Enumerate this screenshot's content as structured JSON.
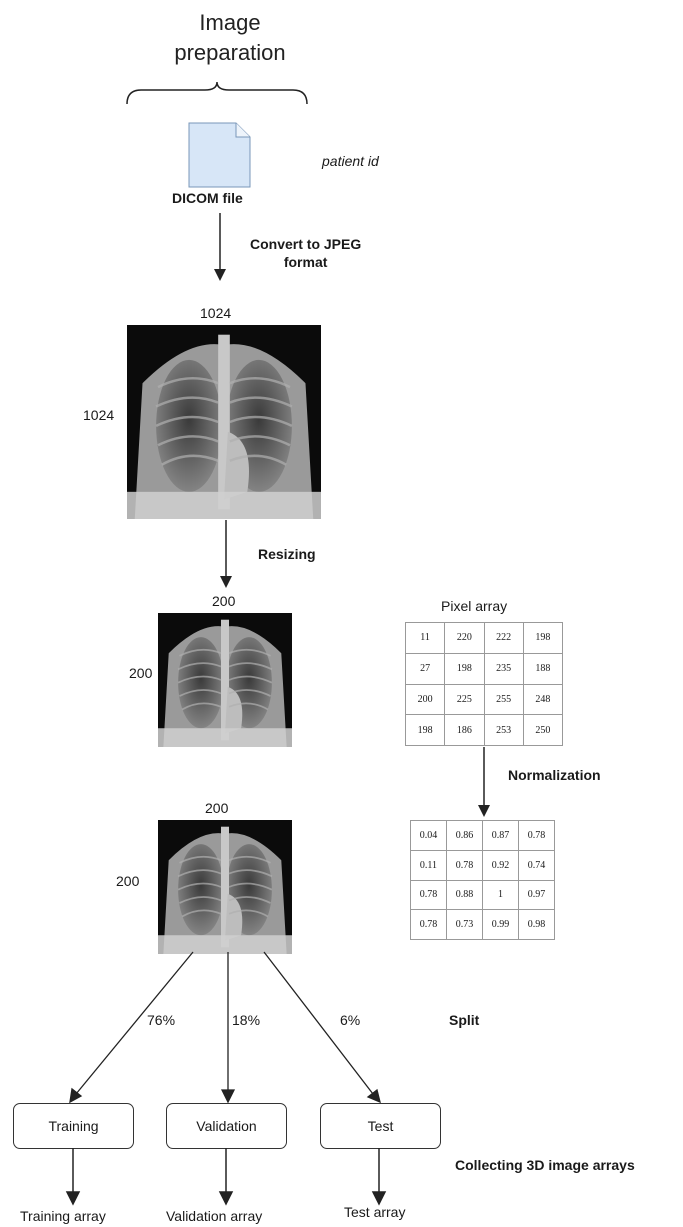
{
  "title": "Image\npreparation",
  "dicom": {
    "label": "DICOM file",
    "patient_id": "patient id"
  },
  "steps": {
    "convert": "Convert to JPEG\nformat",
    "resizing": "Resizing",
    "normalization": "Normalization",
    "split": "Split",
    "collecting": "Collecting 3D image arrays"
  },
  "sizes": {
    "original_w": "1024",
    "original_h": "1024",
    "resized_w": "200",
    "resized_h": "200",
    "normalized_w": "200",
    "normalized_h": "200"
  },
  "pixel_array": {
    "title": "Pixel array",
    "rows": [
      [
        "11",
        "220",
        "222",
        "198"
      ],
      [
        "27",
        "198",
        "235",
        "188"
      ],
      [
        "200",
        "225",
        "255",
        "248"
      ],
      [
        "198",
        "186",
        "253",
        "250"
      ]
    ]
  },
  "normalized_array": {
    "rows": [
      [
        "0.04",
        "0.86",
        "0.87",
        "0.78"
      ],
      [
        "0.11",
        "0.78",
        "0.92",
        "0.74"
      ],
      [
        "0.78",
        "0.88",
        "1",
        "0.97"
      ],
      [
        "0.78",
        "0.73",
        "0.99",
        "0.98"
      ]
    ]
  },
  "split": [
    {
      "pct": "76%",
      "box": "Training",
      "output": "Training array"
    },
    {
      "pct": "18%",
      "box": "Validation",
      "output": "Validation array"
    },
    {
      "pct": "6%",
      "box": "Test",
      "output": "Test array"
    }
  ]
}
